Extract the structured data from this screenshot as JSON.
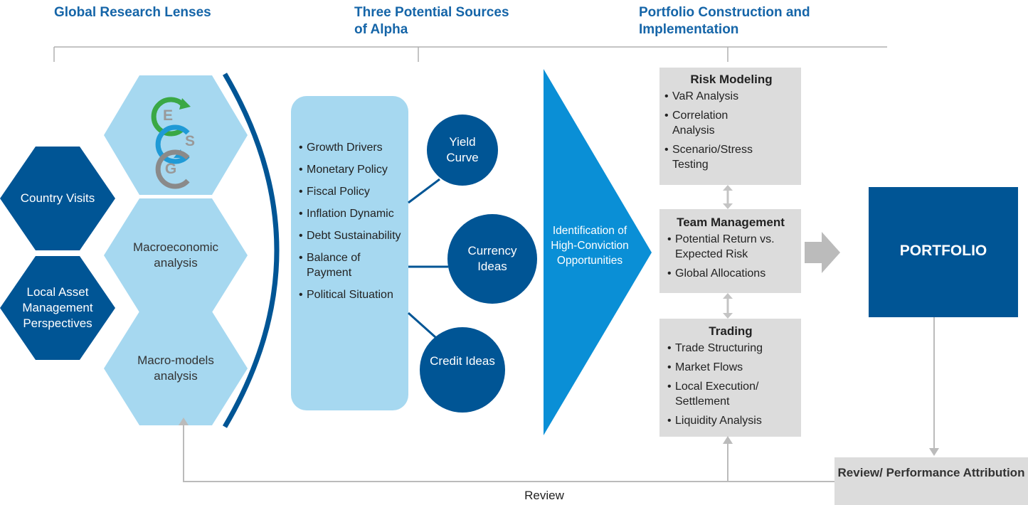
{
  "headers": {
    "research": "Global Research Lenses",
    "alpha": "Three Potential Sources of Alpha",
    "portfolio": "Portfolio Construction and Implementation"
  },
  "hexagons": {
    "esg_letters": [
      "E",
      "S",
      "G"
    ],
    "country_visits": "Country Visits",
    "macroeconomic": "Macroeconomic analysis",
    "local_asset": "Local Asset Management Perspectives",
    "macro_models": "Macro-models analysis"
  },
  "drivers": [
    "Growth Drivers",
    "Monetary Policy",
    "Fiscal Policy",
    "Inflation Dynamic",
    "Debt Sustainability",
    "Balance of Payment",
    "Political Situation"
  ],
  "circles": [
    "Yield Curve",
    "Currency Ideas",
    "Credit Ideas"
  ],
  "triangle_text": "Identification of High-Conviction Opportunities",
  "risk_modeling": {
    "title": "Risk Modeling",
    "items": [
      "VaR Analysis",
      "Correlation Analysis",
      "Scenario/Stress Testing"
    ]
  },
  "team_management": {
    "title": "Team Management",
    "items": [
      "Potential Return vs. Expected Risk",
      "Global Allocations"
    ]
  },
  "trading": {
    "title": "Trading",
    "items": [
      "Trade Structuring",
      "Market Flows",
      "Local Execution/ Settlement",
      "Liquidity Analysis"
    ]
  },
  "portfolio": "PORTFOLIO",
  "review_box": "Review/ Performance Attribution",
  "review_label": "Review",
  "colors": {
    "dark_blue": "#005595",
    "mid_blue": "#0a8fd6",
    "light_blue": "#a6d8f0",
    "gray_box": "#dcdcdc",
    "arrow_gray": "#bbbbbb",
    "header_blue": "#1565a8",
    "esg_green": "#3aa845",
    "esg_blue": "#1f9ad6",
    "esg_gray": "#8a8a8a"
  }
}
